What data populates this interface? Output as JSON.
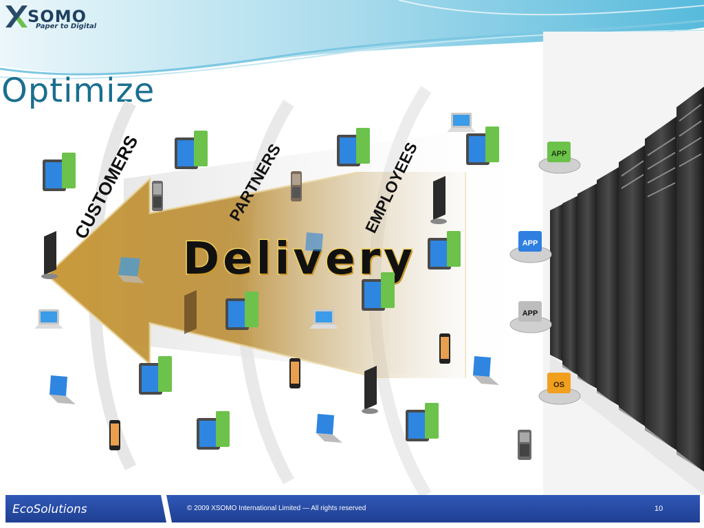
{
  "header": {
    "logo_name": "SOMO",
    "logo_tagline": "Paper to Digital"
  },
  "slide": {
    "title": "Optimize",
    "groups": [
      "CUSTOMERS",
      "PARTNERS",
      "EMPLOYEES"
    ],
    "arrow_label": "Delivery",
    "stack": [
      "APP",
      "APP",
      "APP",
      "OS"
    ]
  },
  "footer": {
    "brand": "EcoSolutions",
    "copyright": "© 2009 XSOMO International Limited — All rights reserved",
    "page_number": "10"
  },
  "colors": {
    "title": "#1a6f8f",
    "footer": "#2a4fa8",
    "arrow": "#b8892e",
    "app_green": "#6cc24a",
    "app_blue": "#2e7fe0",
    "app_gray": "#bdbdbd",
    "os_orange": "#f0a01e"
  },
  "icons": [
    "xsomo-logo-icon",
    "desktop-pc-icon",
    "laptop-icon",
    "smartphone-icon",
    "thin-client-icon",
    "server-rack-icon",
    "app-cube-icon"
  ]
}
